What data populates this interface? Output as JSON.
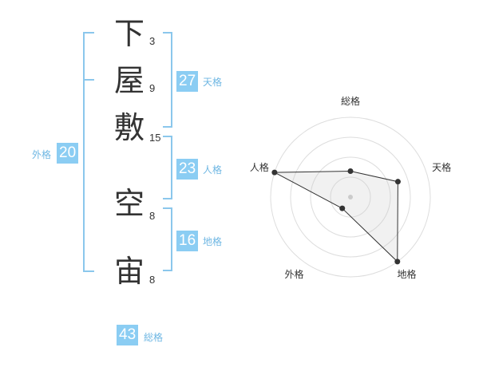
{
  "name_chars": [
    {
      "char": "下",
      "strokes": "3"
    },
    {
      "char": "屋",
      "strokes": "9"
    },
    {
      "char": "敷",
      "strokes": "15"
    },
    {
      "char": "空",
      "strokes": "8"
    },
    {
      "char": "宙",
      "strokes": "8"
    }
  ],
  "fortunes": {
    "tenkaku": {
      "value": "27",
      "label": "天格"
    },
    "jinkaku": {
      "value": "23",
      "label": "人格"
    },
    "chikaku": {
      "value": "16",
      "label": "地格"
    },
    "gaikaku": {
      "value": "20",
      "label": "外格"
    },
    "soukaku": {
      "value": "43",
      "label": "総格"
    }
  },
  "colors": {
    "accent": "#8bcdf3",
    "bracket": "#8bc7ec",
    "label": "#6fb7e3"
  },
  "chart_data": {
    "type": "radar",
    "axes": [
      "総格",
      "天格",
      "地格",
      "外格",
      "人格"
    ],
    "levels": 4,
    "max": 4,
    "values": [
      1.3,
      2.5,
      4,
      0.7,
      4
    ]
  }
}
